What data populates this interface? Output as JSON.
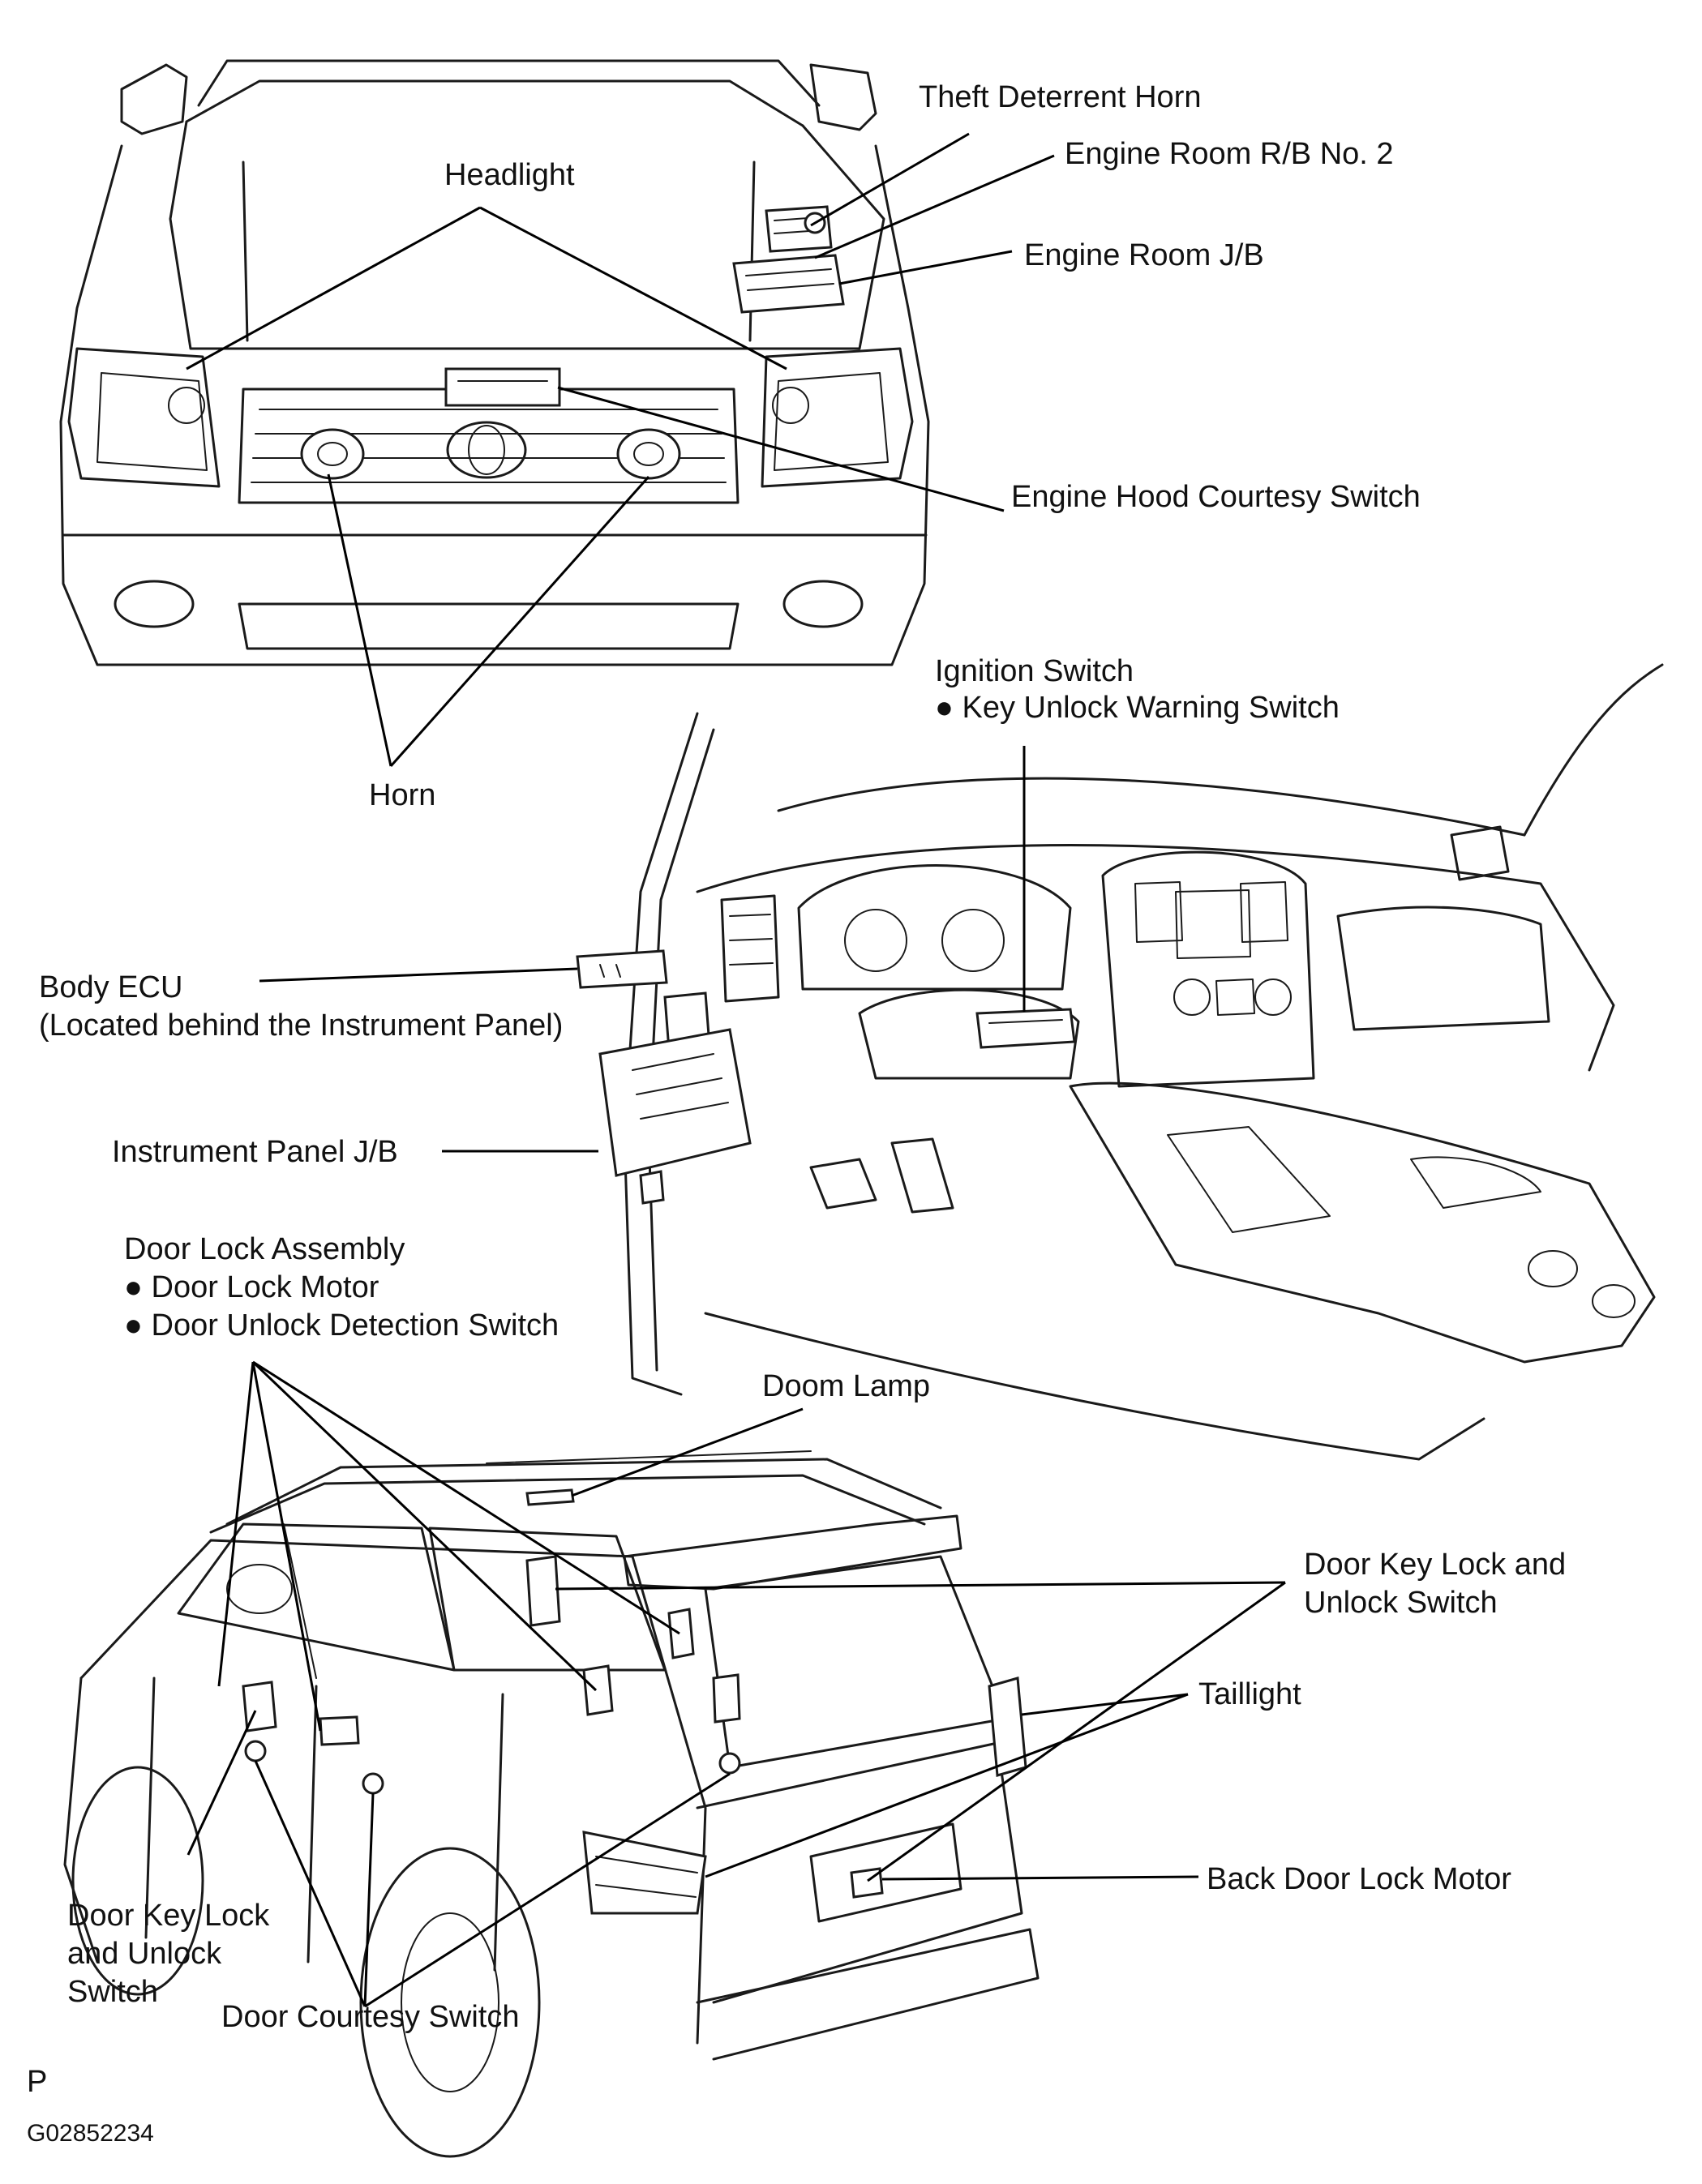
{
  "labels": {
    "theft_deterrent_horn": "Theft Deterrent Horn",
    "engine_room_rb2": "Engine Room R/B No. 2",
    "headlight": "Headlight",
    "engine_room_jb": "Engine Room J/B",
    "engine_hood_courtesy_switch": "Engine Hood Courtesy Switch",
    "ignition_switch": "Ignition Switch",
    "key_unlock_warning_switch": "● Key Unlock Warning Switch",
    "horn": "Horn",
    "body_ecu": "Body ECU",
    "body_ecu_note": "(Located behind the Instrument Panel)",
    "instrument_panel_jb": "Instrument Panel J/B",
    "door_lock_assembly": "Door Lock Assembly",
    "door_lock_motor": "● Door Lock Motor",
    "door_unlock_detection_switch": "● Door Unlock Detection Switch",
    "doom_lamp": "Doom Lamp",
    "door_key_lock_right_1": "Door Key Lock and",
    "door_key_lock_right_2": "Unlock Switch",
    "taillight": "Taillight",
    "back_door_lock_motor": "Back Door Lock Motor",
    "door_key_lock_left_1": "Door Key Lock",
    "door_key_lock_left_2": "and Unlock",
    "door_key_lock_left_3": "Switch",
    "door_courtesy_switch": "Door Courtesy Switch"
  },
  "footer": {
    "page_mark": "P",
    "figure_id": "G02852234"
  }
}
